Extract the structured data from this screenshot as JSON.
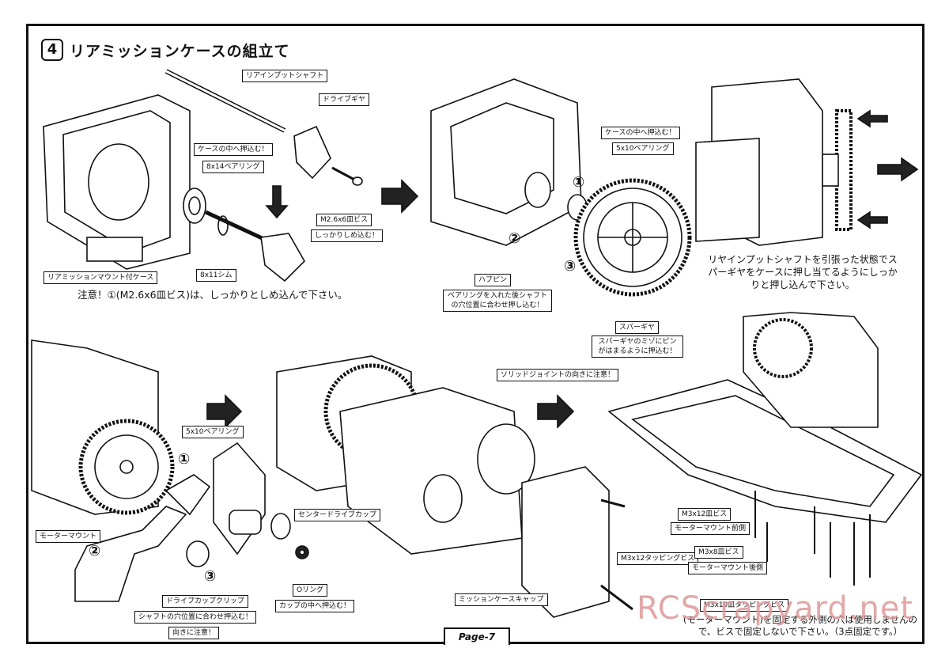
{
  "step": {
    "number": "4",
    "title": "リアミッションケースの組立て"
  },
  "labels": {
    "rear_input_shaft": "リアインプットシャフト",
    "drive_gear": "ドライブギヤ",
    "push_into_case_1": "ケースの中へ押込む！",
    "bearing_8x14": "8x14ベアリング",
    "screw_m2_6x6": "M2.6x6皿ビス",
    "tighten_firmly": "しっかりしめ込む！",
    "shim_8x11": "8x11シム",
    "rear_mission_case": "リアミッションマウント付ケース",
    "caution_main": "注意！①(M2.6x6皿ビス)は、しっかりとしめ込んで下さい。",
    "push_into_case_2": "ケースの中へ押込む！",
    "bearing_5x10_a": "5x10ベアリング",
    "hub_pin": "ハブピン",
    "bearing_insert_note": "ベアリングを入れた後シャフトの穴位置に合わせ押し込む！",
    "spur_gear": "スパーギヤ",
    "spur_gear_note": "スパーギヤのミゾにピンがはまるように押込む！",
    "right_instruction": "リヤインプットシャフトを引張った状態でスパーギヤをケースに押し当てるようにしっかりと押し込んで下さい。",
    "bearing_5x10_b": "5x10ベアリング",
    "motor_mount": "モーターマウント",
    "center_drive_cup": "センタードライブカップ",
    "drive_cup_clip": "ドライブカップクリップ",
    "clip_note": "シャフトの穴位置に合わせ押込む！",
    "direction_caution": "向きに注意！",
    "o_ring": "Oリング",
    "o_ring_note": "カップの中へ押込む！",
    "solid_joint_note": "ソリッドジョイントの向きに注意！",
    "tapping_screw_m3x12": "M3x12タッピングビス",
    "mission_case_cap": "ミッションケースキャップ",
    "screw_m3x12": "M3x12皿ビス",
    "motor_mount_front": "モーターマウント前側",
    "screw_m3x8": "M3x8皿ビス",
    "motor_mount_rear": "モーターマウント後側",
    "tapping_screw_m3x10": "M3x10皿タッピングビス",
    "bottom_note": "(モーターマウント)を固定する外側の穴は使用しませんので、ビスで固定しないで下さい。（3点固定です。）"
  },
  "markers": [
    "①",
    "②",
    "③"
  ],
  "page": "Page-7",
  "watermark": "RCScrapyard.net"
}
